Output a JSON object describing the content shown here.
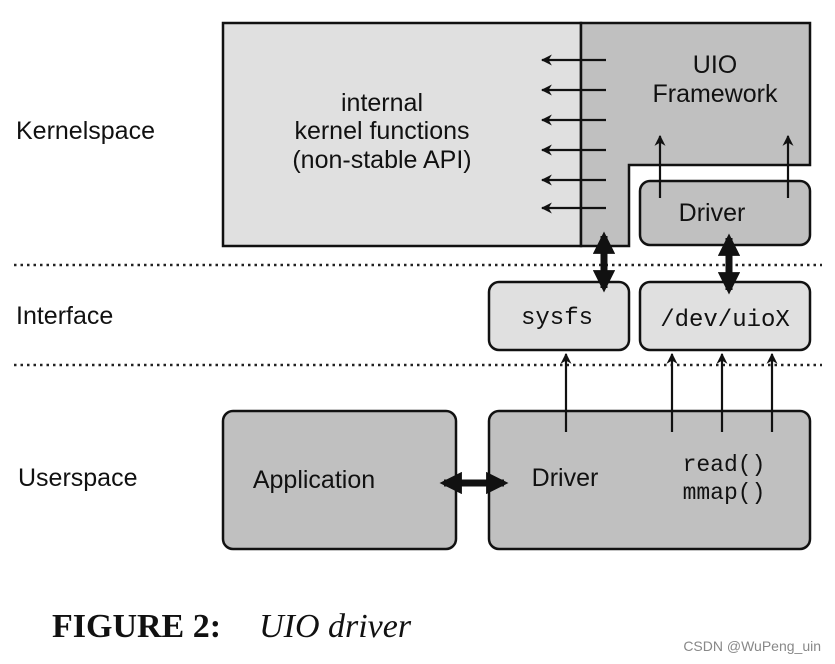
{
  "layers": {
    "kernelspace": "Kernelspace",
    "interface": "Interface",
    "userspace": "Userspace"
  },
  "kernel_functions": {
    "line1": "internal",
    "line2": "kernel functions",
    "line3": "(non-stable API)"
  },
  "uio_framework": {
    "line1": "UIO",
    "line2": "Framework"
  },
  "kernel_driver": "Driver",
  "sysfs": "sysfs",
  "dev_uio": "/dev/uioX",
  "application": "Application",
  "user_driver": {
    "label": "Driver",
    "call1": "read()",
    "call2": "mmap()"
  },
  "caption": {
    "number": "FIGURE 2:",
    "title": "UIO driver"
  },
  "watermark": "CSDN @WuPeng_uin",
  "colors": {
    "light_box": "#e0e0e0",
    "dark_box": "#c0c0c0",
    "stroke": "#111111"
  }
}
